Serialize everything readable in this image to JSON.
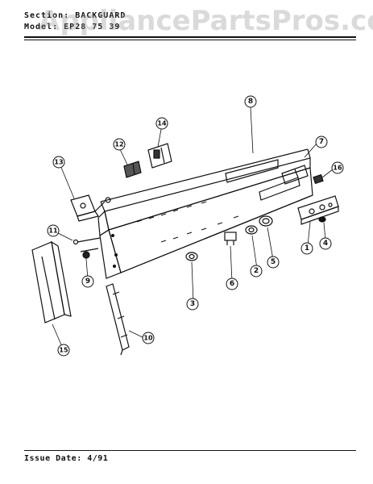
{
  "header": {
    "section_label": "Section:",
    "section_value": "BACKGUARD",
    "model_label": "Model:",
    "model_value": "EP28 75 39"
  },
  "watermark": "AppliancePartsPros.com",
  "footer": {
    "issue_date": "Issue Date: 4/91"
  },
  "callouts": [
    "1",
    "2",
    "3",
    "4",
    "5",
    "6",
    "7",
    "8",
    "9",
    "10",
    "11",
    "12",
    "13",
    "14",
    "15",
    "16"
  ]
}
